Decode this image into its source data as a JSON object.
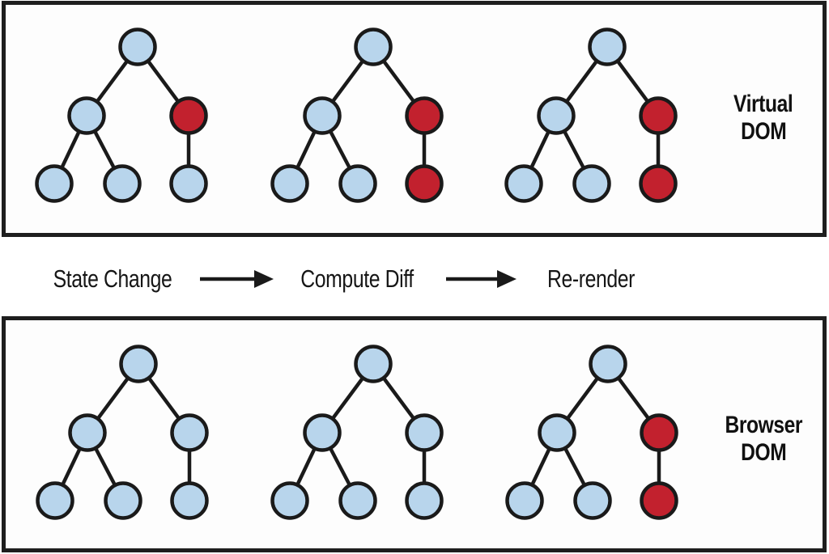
{
  "colors": {
    "node_blue": "#b8d5ec",
    "node_red": "#c2212e",
    "node_stroke": "#1a1a1a",
    "edge": "#1a1a1a",
    "box_border": "#1e1e1e",
    "text": "#111111"
  },
  "virtual_dom": {
    "label": "Virtual DOM",
    "label_lines": [
      "Virtual",
      "DOM"
    ],
    "trees": [
      {
        "nodes": [
          "blue",
          "blue",
          "red",
          "blue",
          "blue",
          "blue"
        ]
      },
      {
        "nodes": [
          "blue",
          "blue",
          "red",
          "blue",
          "blue",
          "red"
        ]
      },
      {
        "nodes": [
          "blue",
          "blue",
          "red",
          "blue",
          "blue",
          "red"
        ]
      }
    ]
  },
  "process": {
    "steps": [
      "State Change",
      "Compute Diff",
      "Re-render"
    ]
  },
  "browser_dom": {
    "label": "Browser DOM",
    "label_lines": [
      "Browser",
      "DOM"
    ],
    "trees": [
      {
        "nodes": [
          "blue",
          "blue",
          "blue",
          "blue",
          "blue",
          "blue"
        ]
      },
      {
        "nodes": [
          "blue",
          "blue",
          "blue",
          "blue",
          "blue",
          "blue"
        ]
      },
      {
        "nodes": [
          "blue",
          "blue",
          "red",
          "blue",
          "blue",
          "red"
        ]
      }
    ]
  }
}
